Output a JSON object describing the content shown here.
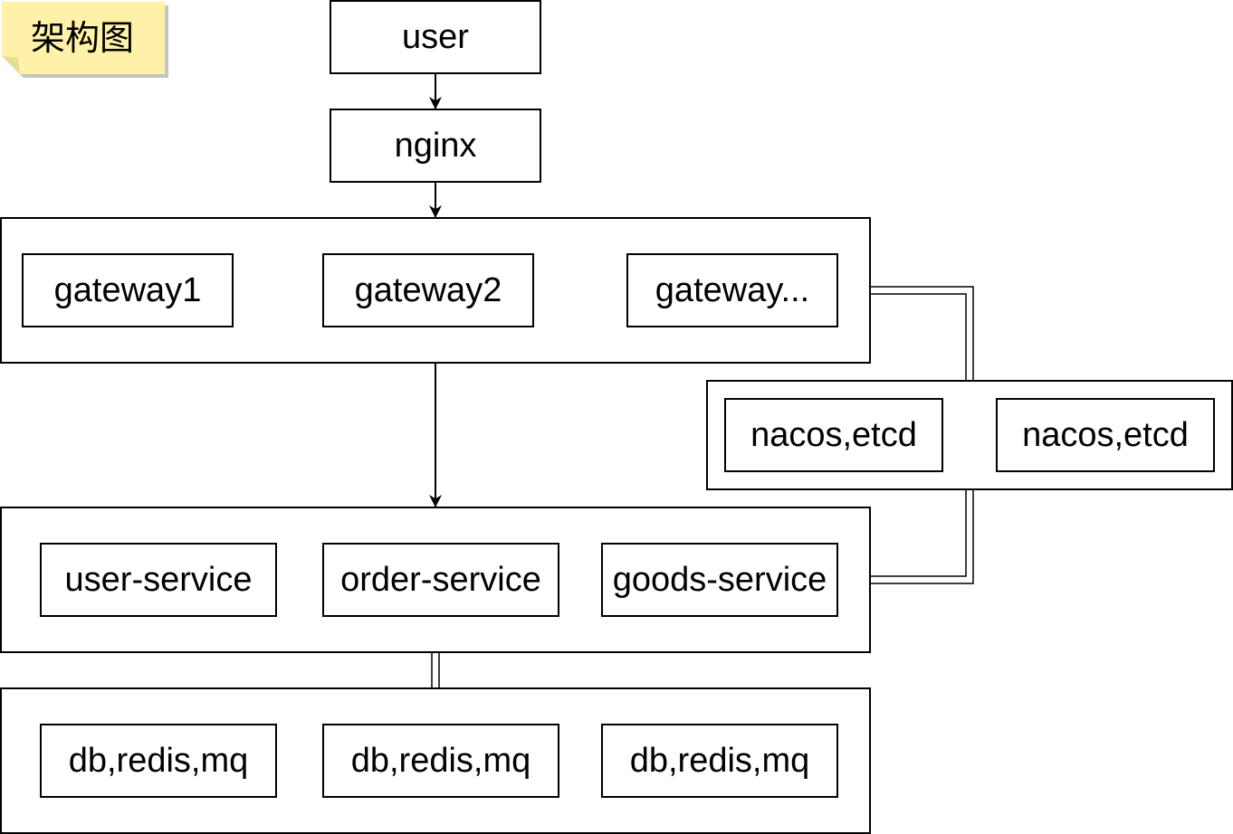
{
  "diagram": {
    "note_label": "架构图",
    "user": "user",
    "nginx": "nginx",
    "gateways": [
      "gateway1",
      "gateway2",
      "gateway..."
    ],
    "registry": [
      "nacos,etcd",
      "nacos,etcd"
    ],
    "services": [
      "user-service",
      "order-service",
      "goods-service"
    ],
    "storage": [
      "db,redis,mq",
      "db,redis,mq",
      "db,redis,mq"
    ]
  },
  "colors": {
    "note_fill": "#fff2a8",
    "note_fold": "#e9dc8e",
    "note_shadow": "#c4c4c4",
    "stroke": "#000000",
    "background": "#ffffff"
  }
}
